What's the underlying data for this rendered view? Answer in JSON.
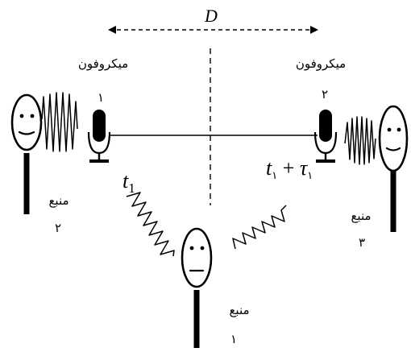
{
  "distance_label": "D",
  "microphones": [
    {
      "label": "میکروفون",
      "number": "۱"
    },
    {
      "label": "میکروفون",
      "number": "۲"
    }
  ],
  "sources": [
    {
      "label": "منبع",
      "number": "۱"
    },
    {
      "label": "منبع",
      "number": "۲"
    },
    {
      "label": "منبع",
      "number": "۳"
    }
  ],
  "time_labels": {
    "t1": {
      "base": "t",
      "sub": "1"
    },
    "t1_tau": {
      "base": "t",
      "base_sub": "۱",
      "op": " + ",
      "tau": "τ",
      "tau_sub": "۱"
    }
  }
}
